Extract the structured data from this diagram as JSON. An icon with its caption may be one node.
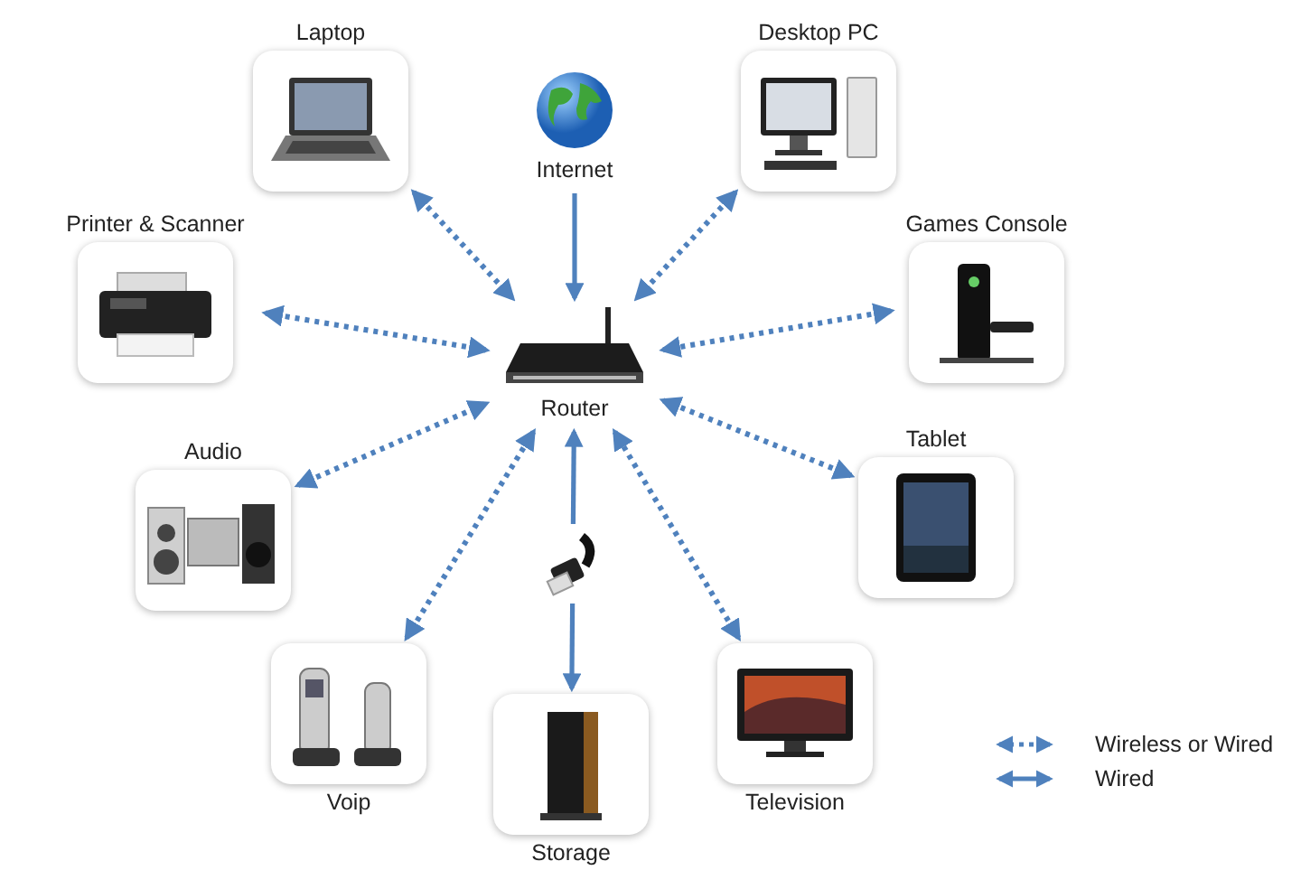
{
  "diagram": {
    "nodes": [
      {
        "text": [
          "Internet"
        ]
      },
      {
        "text": [
          "Router"
        ]
      },
      {
        "text": [
          "Laptop"
        ]
      },
      {
        "text": [
          "Desktop PC"
        ]
      },
      {
        "text": [
          "Printer & Scanner"
        ]
      },
      {
        "text": [
          "Games Console"
        ]
      },
      {
        "text": [
          "Audio"
        ]
      },
      {
        "text": [
          "Tablet"
        ]
      },
      {
        "text": [
          "Voip"
        ]
      },
      {
        "text": [],
        "shape": "picture"
      },
      {
        "text": [
          "Storage"
        ]
      },
      {
        "text": [
          "Television"
        ]
      }
    ],
    "edges": [
      {
        "from": 0,
        "to": 1,
        "arrow": "to"
      },
      {
        "from": 2,
        "to": 1,
        "arrow": "both",
        "style": "dashed"
      },
      {
        "from": 3,
        "to": 1,
        "arrow": "both",
        "style": "dashed"
      },
      {
        "from": 4,
        "to": 1,
        "arrow": "both",
        "style": "dashed"
      },
      {
        "from": 5,
        "to": 1,
        "arrow": "both",
        "style": "dashed"
      },
      {
        "from": 6,
        "to": 1,
        "arrow": "both",
        "style": "dashed"
      },
      {
        "from": 7,
        "to": 1,
        "arrow": "both",
        "style": "dashed"
      },
      {
        "from": 8,
        "to": 1,
        "arrow": "both",
        "style": "dashed"
      },
      {
        "from": 11,
        "to": 1,
        "arrow": "both",
        "style": "dashed"
      },
      {
        "from": 9,
        "to": 1,
        "arrow": "to"
      },
      {
        "from": 9,
        "to": 10,
        "arrow": "to"
      }
    ],
    "legend": [
      {
        "text": "Wireless or Wired"
      },
      {
        "text": "Wired"
      }
    ]
  }
}
